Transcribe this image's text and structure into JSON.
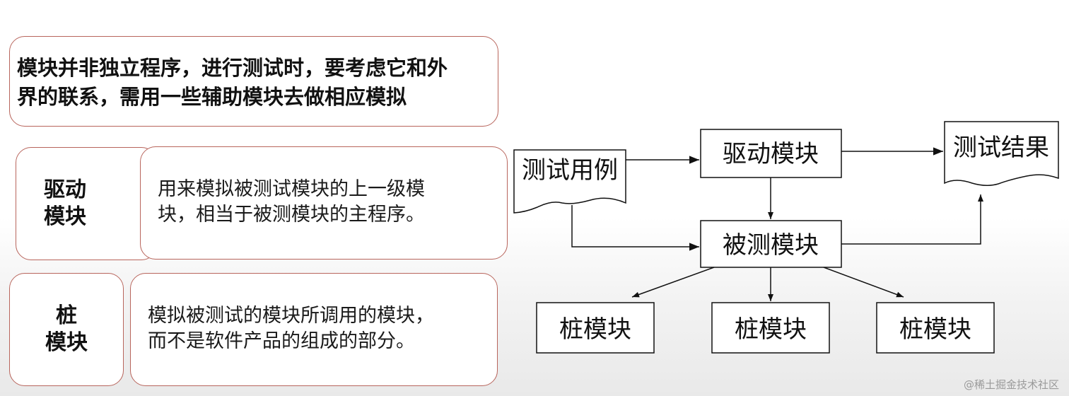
{
  "intro": {
    "line1": "模块并非独立程序，进行测试时，要考虑它和外",
    "line2": "界的联系，需用一些辅助模块去做相应模拟"
  },
  "driver": {
    "label_line1": "驱动",
    "label_line2": "模块",
    "desc_line1": "用来模拟被测试模块的上一级模",
    "desc_line2": "块，相当于被测模块的主程序。"
  },
  "stub": {
    "label_line1": "桩",
    "label_line2": "模块",
    "desc_line1": "模拟被测试的模块所调用的模块，",
    "desc_line2": "而不是软件产品的组成的部分。"
  },
  "diagram": {
    "test_cases": "测试用例",
    "driver_module": "驱动模块",
    "test_result": "测试结果",
    "module_under_test": "被测模块",
    "stub1": "桩模块",
    "stub2": "桩模块",
    "stub3": "桩模块"
  },
  "watermark": "@稀土掘金技术社区",
  "colors": {
    "card_border": "#b8655c",
    "diagram_line": "#111111"
  }
}
